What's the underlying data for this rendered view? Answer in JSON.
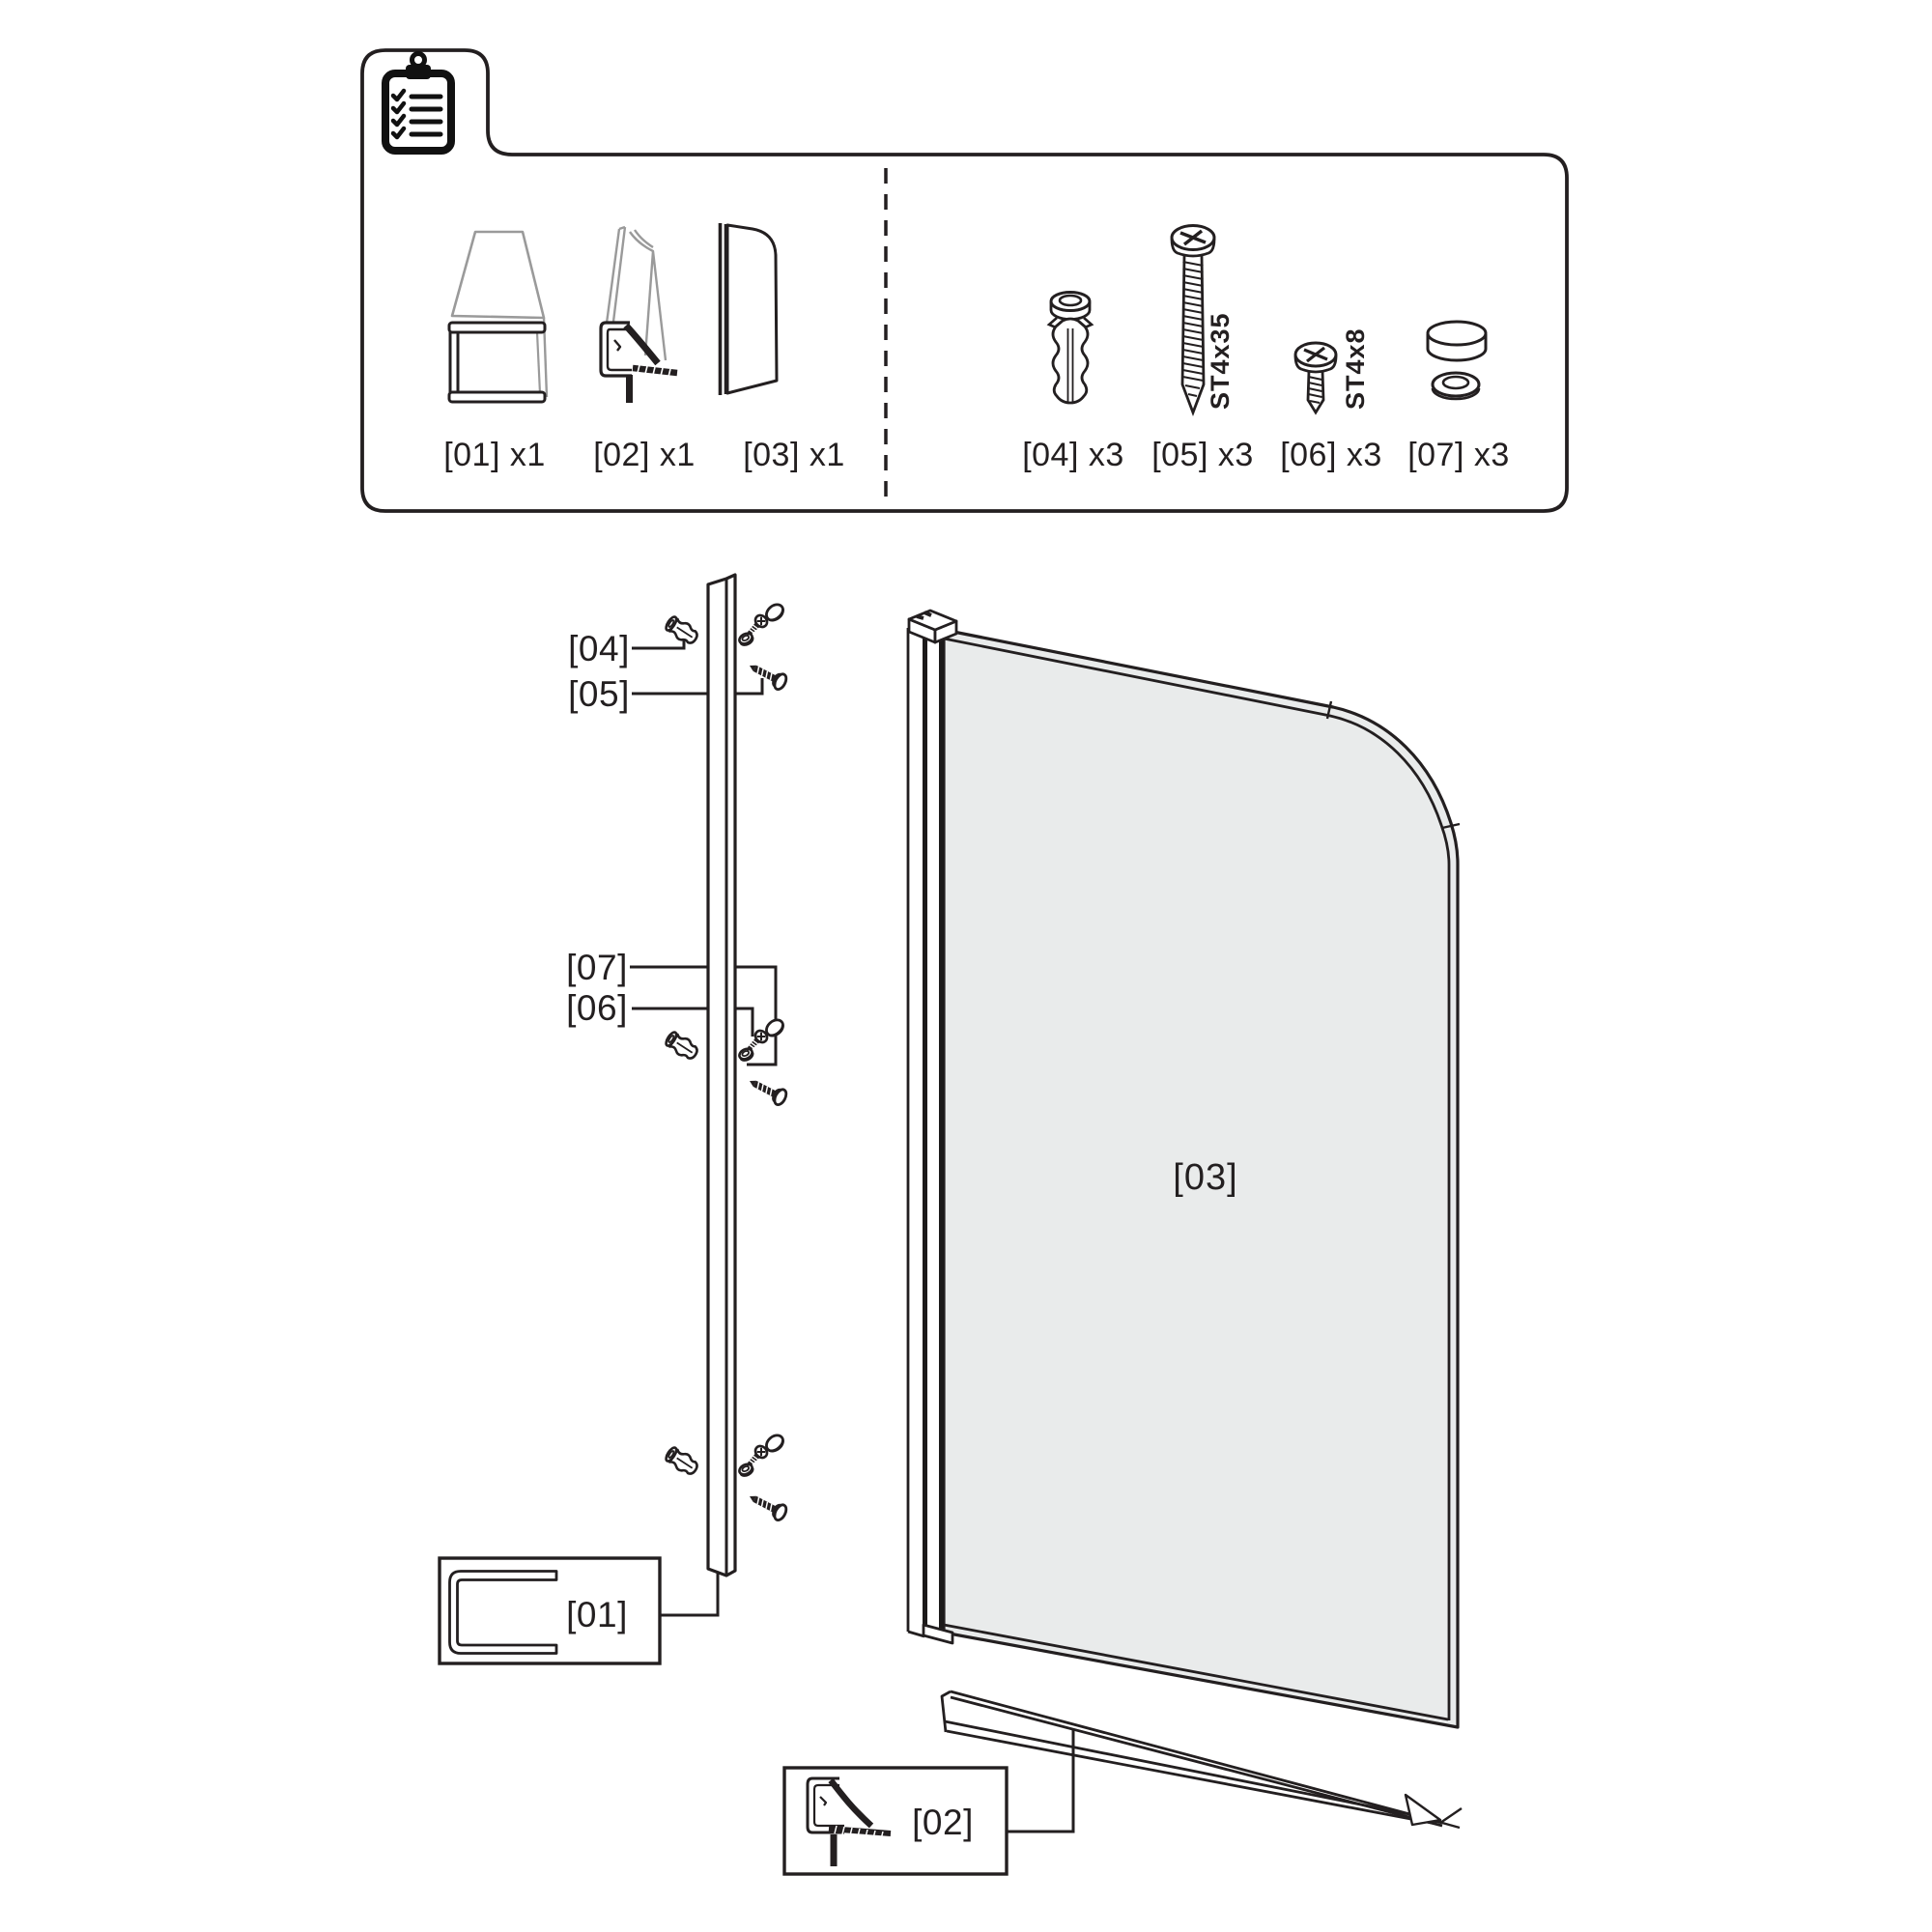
{
  "colors": {
    "ink": "#231f20",
    "gray": "#9a9a9a",
    "glass": "#e9ebeb",
    "background": "#ffffff"
  },
  "parts_list": {
    "items": [
      {
        "id": "01",
        "label": "[01] x1"
      },
      {
        "id": "02",
        "label": "[02] x1"
      },
      {
        "id": "03",
        "label": "[03] x1"
      },
      {
        "id": "04",
        "label": "[04] x3"
      },
      {
        "id": "05",
        "label": "[05] x3",
        "spec": "ST4x35"
      },
      {
        "id": "06",
        "label": "[06] x3",
        "spec": "ST4x8"
      },
      {
        "id": "07",
        "label": "[07] x3"
      }
    ]
  },
  "assembly": {
    "callouts": {
      "c04": "[04]",
      "c05": "[05]",
      "c07": "[07]",
      "c06": "[06]",
      "c01": "[01]",
      "c02": "[02]"
    },
    "panel_label": "[03]"
  }
}
